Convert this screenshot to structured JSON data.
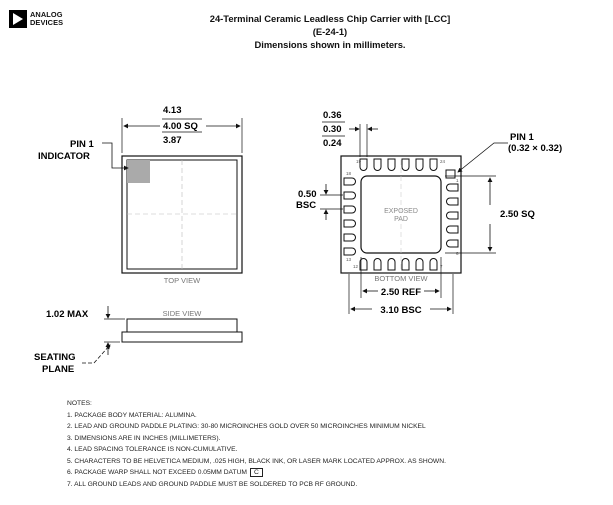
{
  "logo": {
    "line1": "ANALOG",
    "line2": "DEVICES"
  },
  "title": {
    "line1": "24-Terminal Ceramic Leadless Chip Carrier with [LCC]",
    "line2": "(E-24-1)",
    "line3": "Dimensions shown in millimeters."
  },
  "top_view": {
    "dim_max": "4.13",
    "dim_nom": "4.00 SQ",
    "dim_min": "3.87",
    "pin1_line1": "PIN 1",
    "pin1_line2": "INDICATOR",
    "label": "TOP VIEW"
  },
  "side_view": {
    "height": "1.02 MAX",
    "label": "SIDE VIEW",
    "seating1": "SEATING",
    "seating2": "PLANE"
  },
  "bottom_view": {
    "pad_w_max": "0.36",
    "pad_w_nom": "0.30",
    "pad_w_min": "0.24",
    "pitch": "0.50",
    "pitch_bsc": "BSC",
    "pin1_line1": "PIN 1",
    "pin1_line2": "(0.32 × 0.32)",
    "pad_sq": "2.50 SQ",
    "exposed1": "EXPOSED",
    "exposed2": "PAD",
    "label": "BOTTOM VIEW",
    "ref": "2.50 REF",
    "bsc": "3.10 BSC",
    "pin_19": "19",
    "pin_24": "24",
    "pin_1": "1",
    "pin_6": "6",
    "pin_7": "7",
    "pin_12": "12",
    "pin_13": "13",
    "pin_18": "18"
  },
  "notes": {
    "heading": "NOTES:",
    "n1": "1.  PACKAGE BODY MATERIAL: ALUMINA.",
    "n2": "2.  LEAD AND GROUND PADDLE PLATING: 30-80 MICROINCHES GOLD OVER 50 MICROINCHES MINIMUM NICKEL",
    "n3": "3.  DIMENSIONS ARE IN INCHES (MILLIMETERS).",
    "n4": "4.  LEAD SPACING TOLERANCE IS NON-CUMULATIVE.",
    "n5": "5.  CHARACTERS TO BE HELVETICA MEDIUM, .025 HIGH, BLACK INK, OR LASER MARK LOCATED APPROX. AS SHOWN.",
    "n6": "6.  PACKAGE WARP SHALL NOT EXCEED 0.05MM DATUM",
    "n6_datum": "C",
    "n7": "7.  ALL GROUND LEADS AND GROUND PADDLE MUST BE SOLDERED TO PCB RF GROUND."
  }
}
